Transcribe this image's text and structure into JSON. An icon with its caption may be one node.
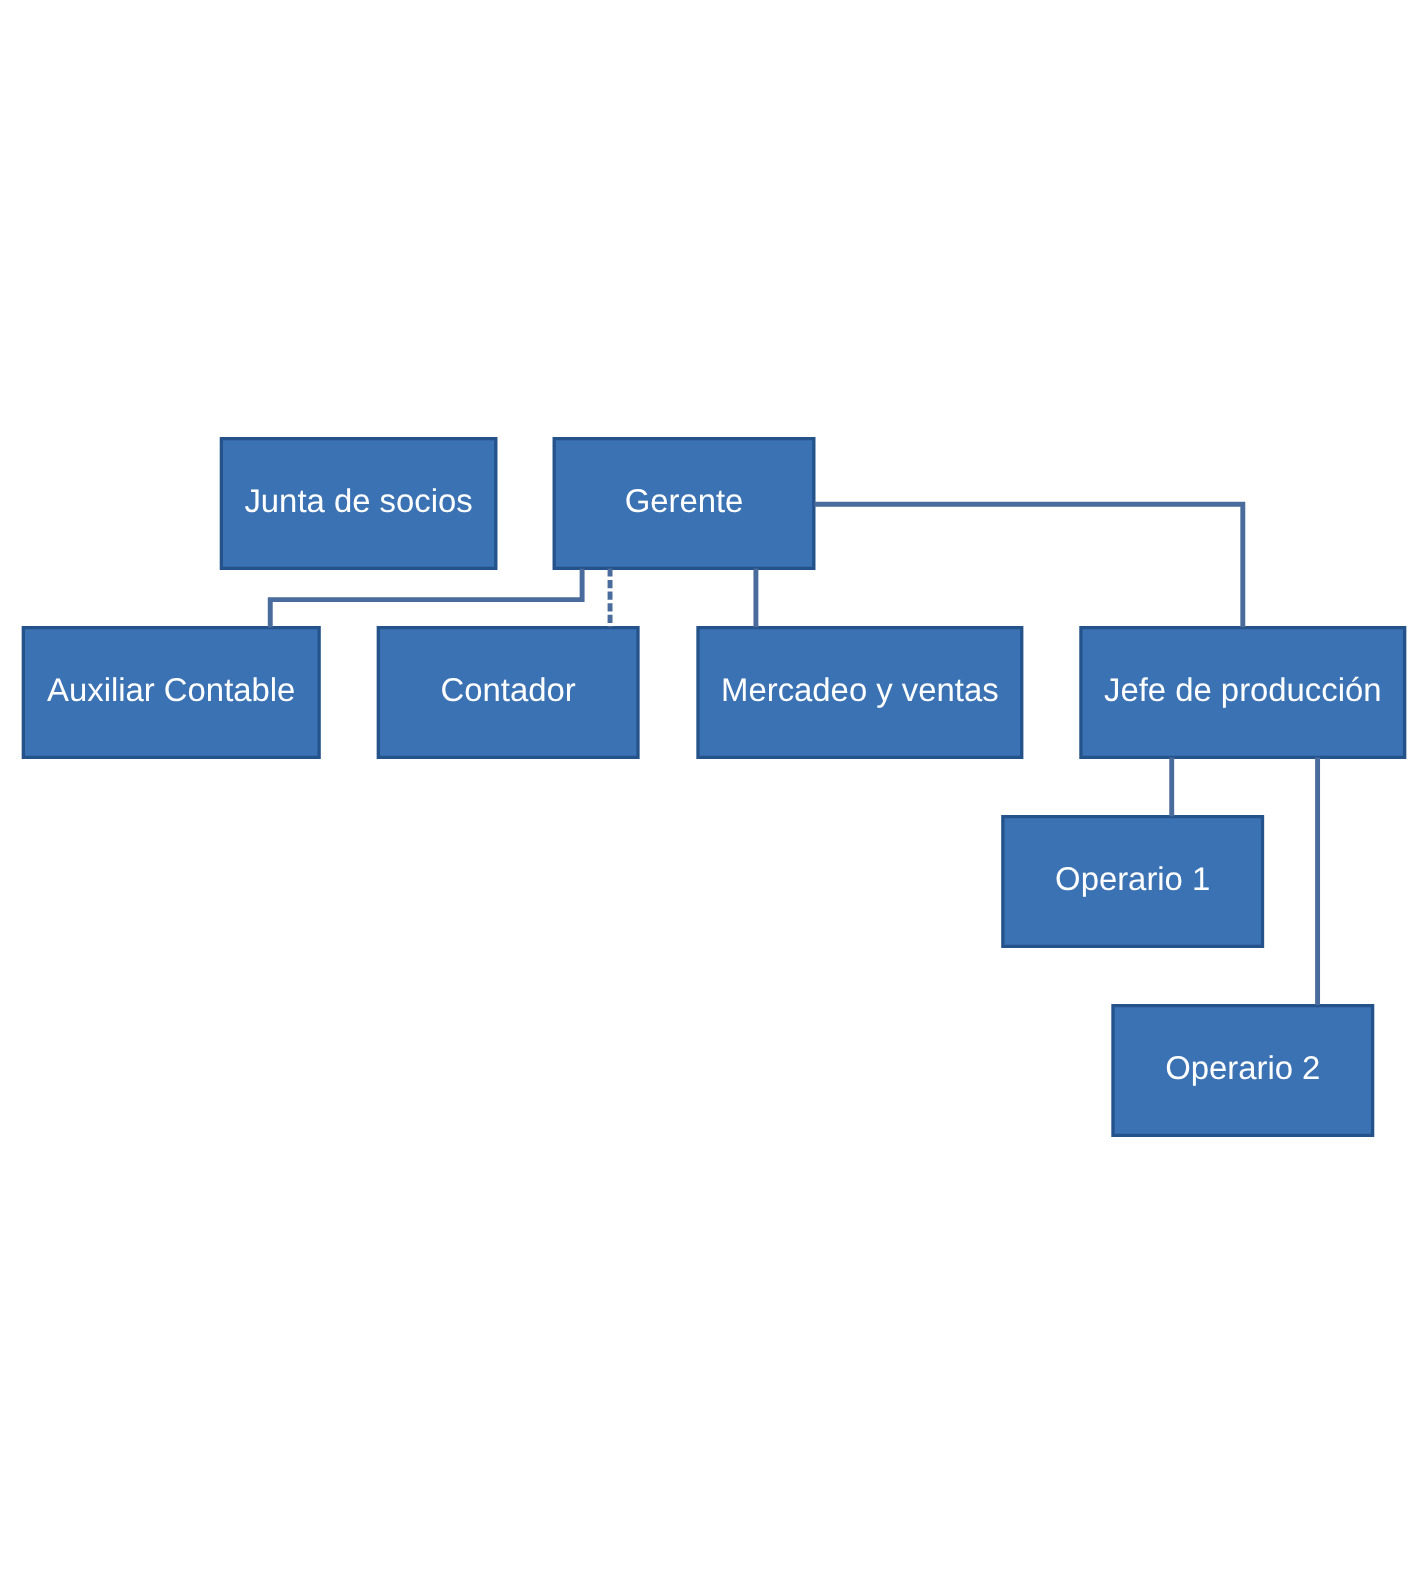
{
  "diagram": {
    "nodes": [
      {
        "text": [
          "Junta de socios"
        ]
      },
      {
        "text": [
          "Gerente"
        ]
      },
      {
        "text": [
          "Auxiliar Contable"
        ]
      },
      {
        "text": [
          "Contador"
        ]
      },
      {
        "text": [
          "Mercadeo y ventas"
        ]
      },
      {
        "text": [
          "Jefe de producción"
        ]
      },
      {
        "text": [
          "Operario 1"
        ]
      },
      {
        "text": [
          "Operario 2"
        ]
      }
    ],
    "edges": [
      {
        "from": 1,
        "to": 2,
        "arrow": "none"
      },
      {
        "from": 1,
        "to": 3,
        "arrow": "none",
        "style": "dashed"
      },
      {
        "from": 1,
        "to": 4,
        "arrow": "none"
      },
      {
        "from": 1,
        "to": 5,
        "arrow": "none"
      },
      {
        "from": 5,
        "to": 6,
        "arrow": "none"
      },
      {
        "from": 5,
        "to": 7,
        "arrow": "none"
      }
    ]
  }
}
